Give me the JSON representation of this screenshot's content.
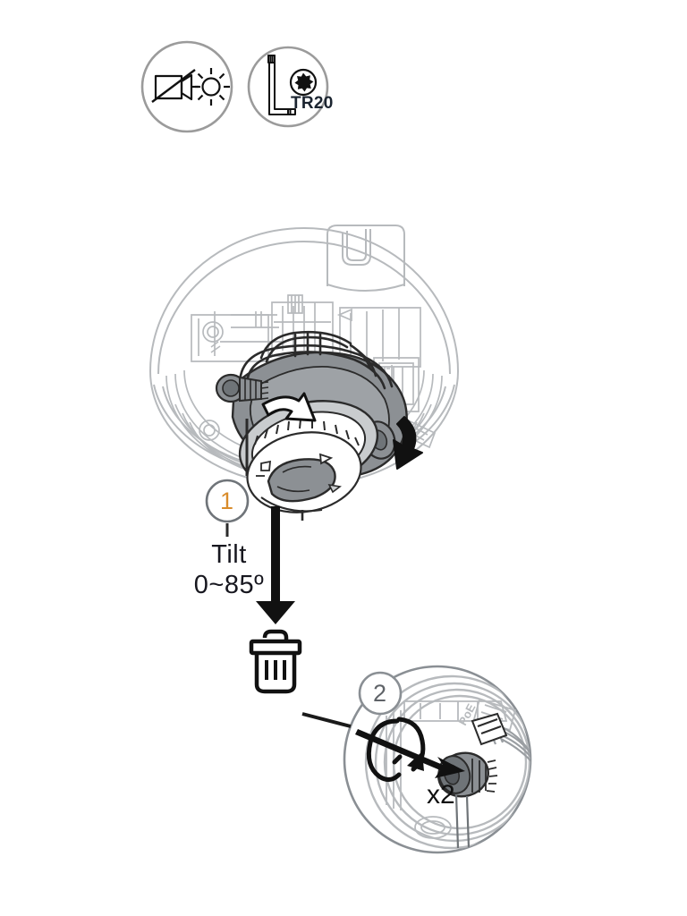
{
  "document": {
    "type": "installation-diagram",
    "product": "dome-camera",
    "background_color": "#ffffff"
  },
  "tool_badges": [
    {
      "id": "power-off-light",
      "icons": [
        "camera-off-icon",
        "sun-icon"
      ],
      "label": "",
      "outline_color": "#9b9b9b"
    },
    {
      "id": "torx-driver",
      "icons": [
        "torx-key-icon",
        "torx-star-icon"
      ],
      "label": "TR20",
      "label_color": "#1b2430",
      "outline_color": "#9b9b9b"
    }
  ],
  "callouts": [
    {
      "number": "1",
      "title": "Tilt",
      "value": "0~85º",
      "number_color": "#d98c2b",
      "circle_color": "#6f7479"
    },
    {
      "number": "2",
      "title": "",
      "value": "x2",
      "number_color": "#5f6368",
      "circle_color": "#8a8f94"
    }
  ],
  "annotations": {
    "tilt_text": "Tilt",
    "tilt_range": "0~85º",
    "screw_count": "x2",
    "poe_label": "PoE",
    "tr20_text": "TR20",
    "callout_one": "1",
    "callout_two": "2"
  },
  "colors": {
    "line_light": "#b7babd",
    "line_mid": "#8e9296",
    "line_dark": "#2b2b2b",
    "fill_gray": "#8c9094",
    "fill_gray_light": "#c9ccce",
    "accent_orange": "#d98c2b",
    "black": "#111111"
  }
}
